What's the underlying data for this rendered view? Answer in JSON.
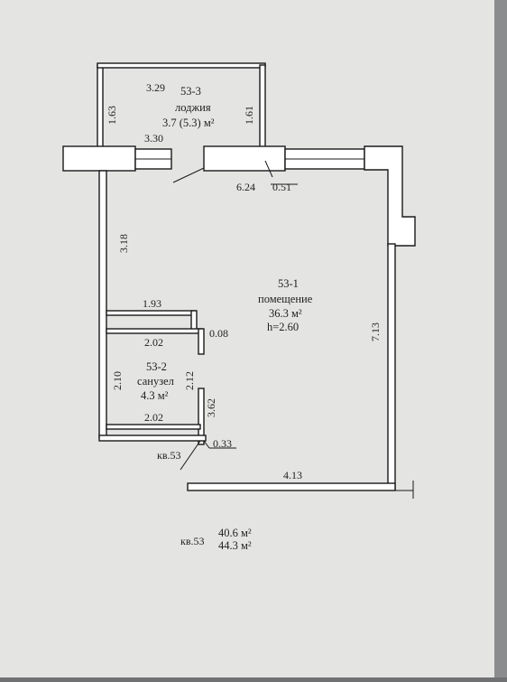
{
  "colors": {
    "background": "#6f7173",
    "paper": "#e4e5e3",
    "ink": "#1e1e1e"
  },
  "rooms": {
    "loggia": {
      "number": "53-3",
      "name": "лоджия",
      "area": "3.7 (5.3) м²"
    },
    "main": {
      "number": "53-1",
      "name": "помещение",
      "area": "36.3 м²",
      "height": "h=2.60"
    },
    "bath": {
      "number": "53-2",
      "name": "санузел",
      "area": "4.3 м²"
    }
  },
  "dimensions": {
    "loggia_top": "3.29",
    "loggia_left": "1.63",
    "loggia_right": "1.61",
    "loggia_bottom": "3.30",
    "main_top": "6.24",
    "door_width": "0.51",
    "left_wall": "3.18",
    "right_wall": "7.13",
    "bottom_wall": "4.13",
    "bath_top": "1.93",
    "bath_inner_top": "2.02",
    "partition_gap": "0.08",
    "bath_left": "2.10",
    "bath_right": "2.12",
    "bath_bottom": "2.02",
    "bath_partition": "3.62",
    "entry_gap": "0.33"
  },
  "entry_label": "кв.53",
  "totals": {
    "label": "кв.53",
    "living_area": "40.6 м²",
    "total_area": "44.3 м²"
  }
}
